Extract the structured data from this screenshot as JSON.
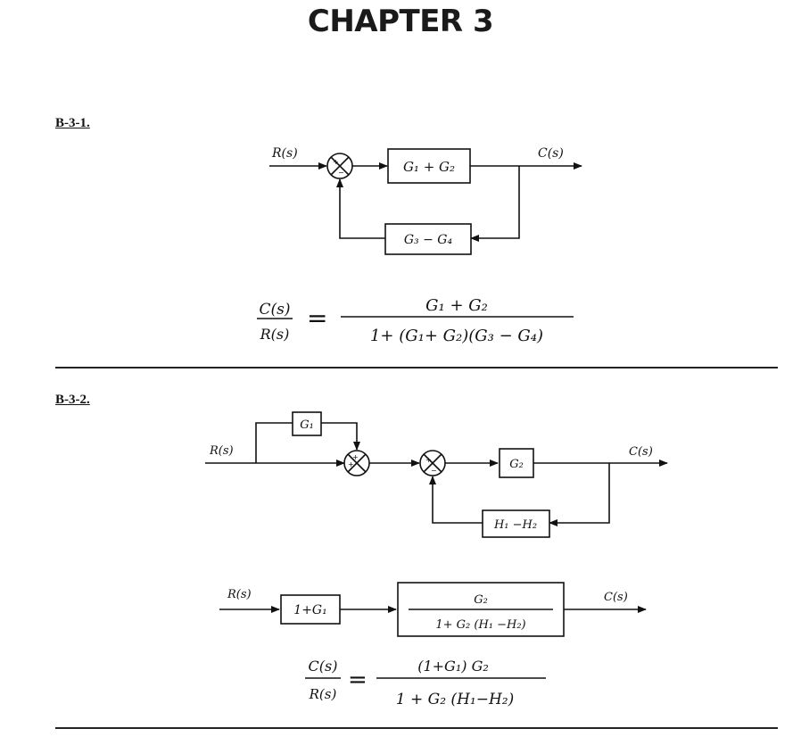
{
  "chapter": {
    "title": "CHAPTER 3"
  },
  "problems": [
    {
      "label": "B-3-1.",
      "diagram": {
        "input": "R(s)",
        "output": "C(s)",
        "forward_block": "G₁ + G₂",
        "feedback_block": "G₃ − G₄",
        "summer_signs": "+ −"
      },
      "result": {
        "lhs_num": "C(s)",
        "lhs_den": "R(s)",
        "equals": "=",
        "rhs_num": "G₁ + G₂",
        "rhs_den": "1+ (G₁+ G₂)(G₃ − G₄)"
      }
    },
    {
      "label": "B-3-2.",
      "diagram": {
        "input": "R(s)",
        "output": "C(s)",
        "feedforward_block": "G₁",
        "forward_block": "G₂",
        "feedback_block": "H₁ −H₂"
      },
      "reduced": {
        "input": "R(s)",
        "output": "C(s)",
        "block1": "1+G₁",
        "block2_num": "G₂",
        "block2_den": "1+ G₂ (H₁ −H₂)"
      },
      "result": {
        "lhs_num": "C(s)",
        "lhs_den": "R(s)",
        "equals": "=",
        "rhs_num": "(1+G₁) G₂",
        "rhs_den": "1 + G₂ (H₁−H₂)"
      }
    }
  ]
}
